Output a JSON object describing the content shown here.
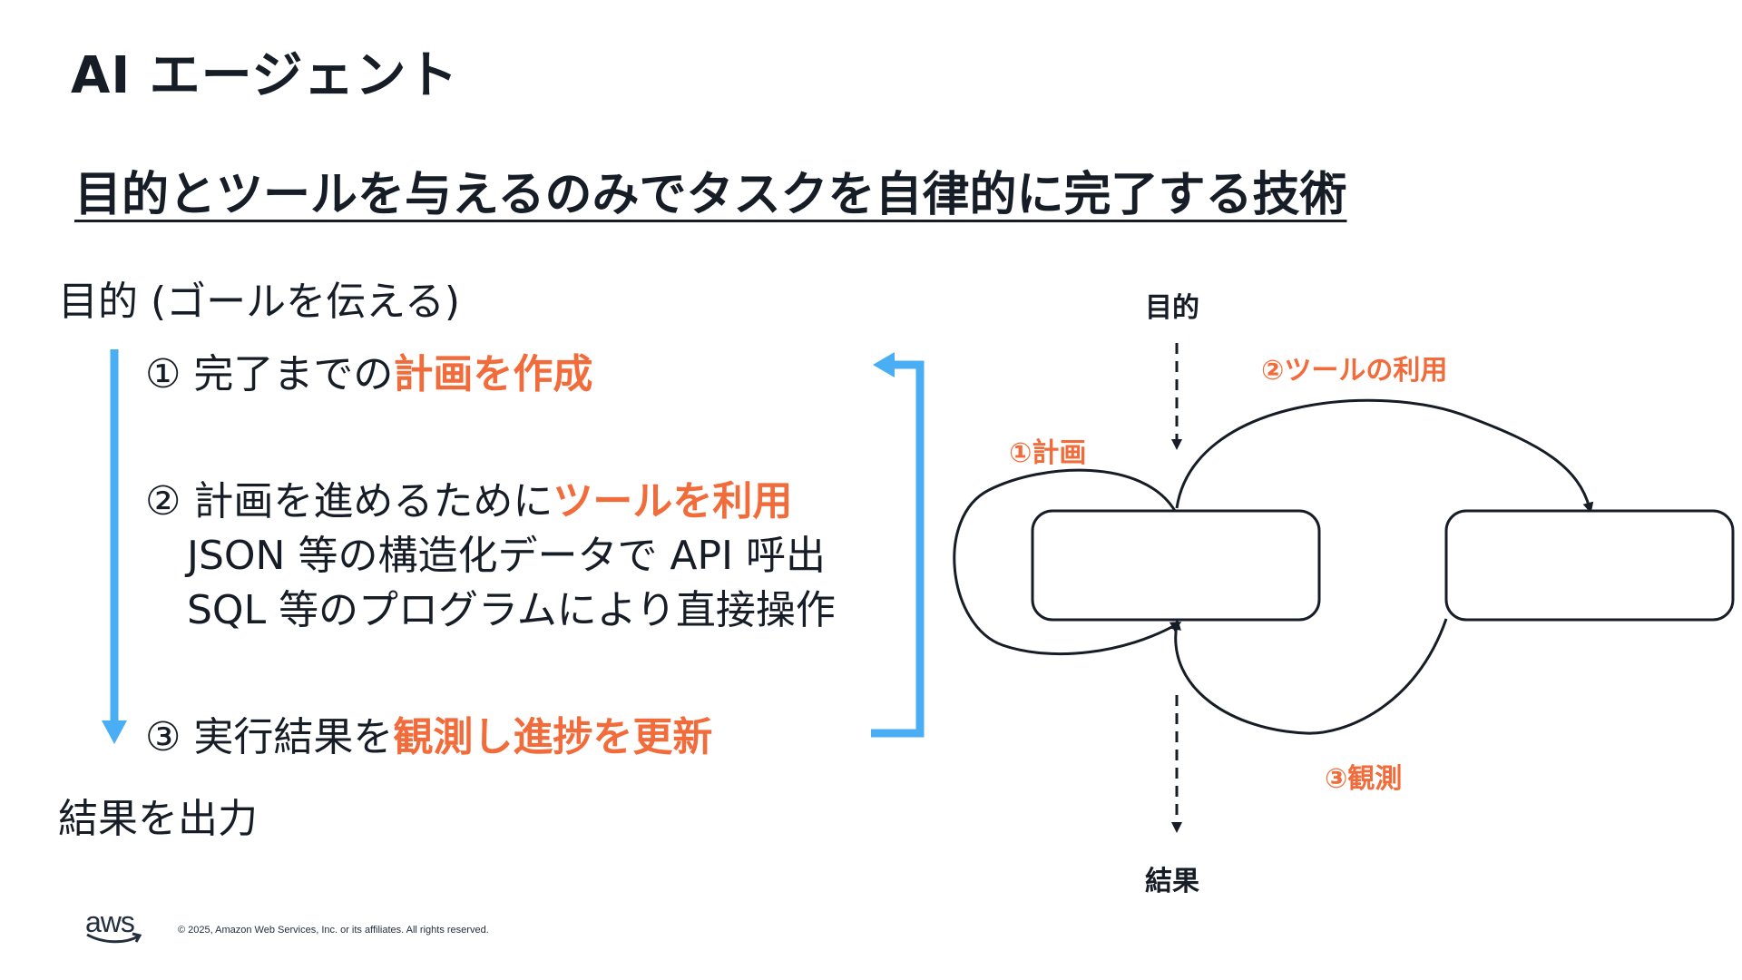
{
  "title": "AI エージェント",
  "subtitle": "目的とツールを与えるのみでタスクを自律的に完了する技術",
  "goal_line": "目的 (ゴールを伝える)",
  "steps": [
    {
      "prefix": "① 完了までの",
      "highlight": "計画を作成"
    },
    {
      "prefix": "② 計画を進めるために",
      "highlight": "ツールを利用",
      "details": [
        "JSON 等の構造化データで API 呼出",
        "SQL 等のプログラムにより直接操作"
      ]
    },
    {
      "prefix": "③ 実行結果を",
      "highlight": "観測し進捗を更新"
    }
  ],
  "result_line": "結果を出力",
  "diagram": {
    "top_label": "目的",
    "bottom_label": "結果",
    "plan_label": "①計画",
    "tool_label": "②ツールの利用",
    "observe_label": "③観測"
  },
  "footer": {
    "logo": "aws",
    "copyright": "© 2025, Amazon Web Services, Inc. or its affiliates. All rights reserved."
  },
  "colors": {
    "accent": "#f26b3a",
    "flow_arrow": "#4aaef5",
    "text": "#161d26"
  }
}
